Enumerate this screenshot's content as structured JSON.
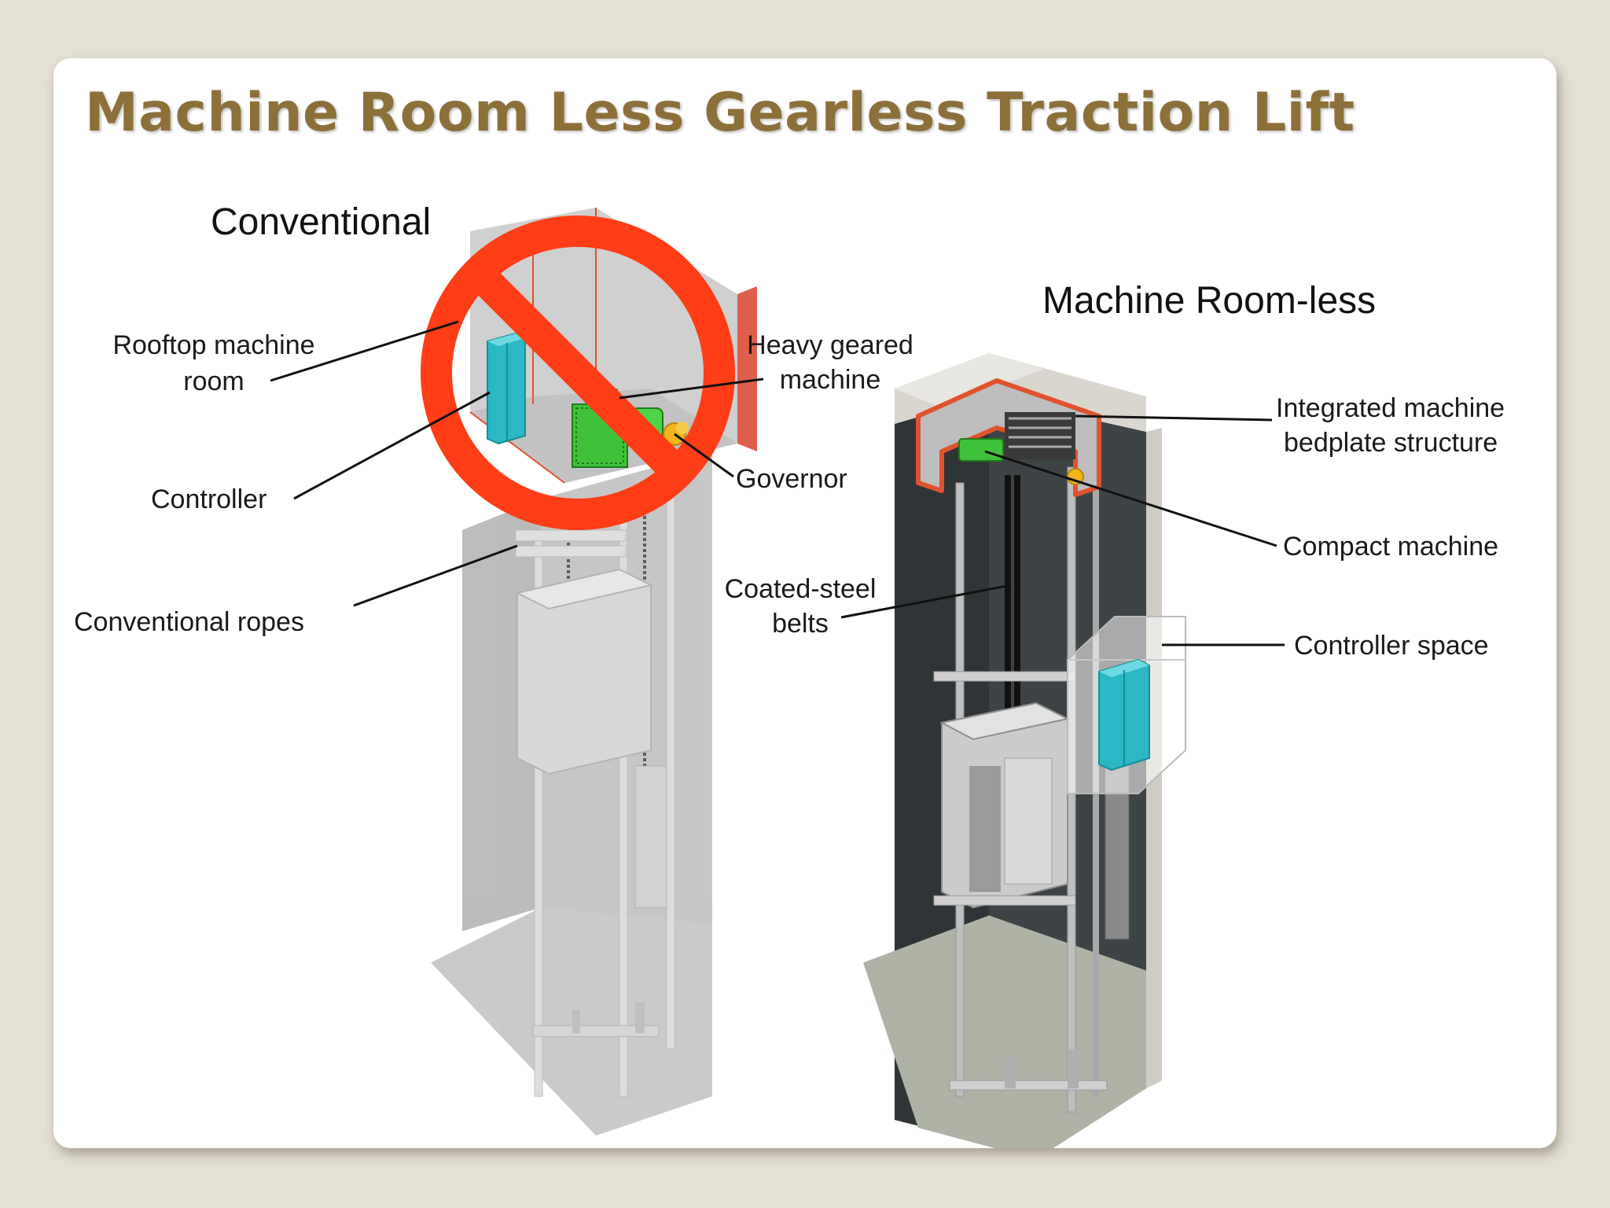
{
  "slide": {
    "title": "Machine Room Less Gearless Traction Lift"
  },
  "conventional": {
    "heading": "Conventional",
    "labels": {
      "rooftop_line1": "Rooftop machine",
      "rooftop_line2": "room",
      "controller": "Controller",
      "ropes": "Conventional ropes",
      "heavy_line1": "Heavy geared",
      "heavy_line2": "machine",
      "governor": "Governor"
    }
  },
  "mrl": {
    "heading": "Machine Room-less",
    "labels": {
      "belts_line1": "Coated-steel",
      "belts_line2": "belts",
      "bedplate_line1": "Integrated machine",
      "bedplate_line2": "bedplate structure",
      "compact": "Compact machine",
      "controller_space": "Controller space"
    }
  },
  "colors": {
    "title": "#8d6f3a",
    "prohibition": "#ff3d17",
    "controller": "#2bb7c4",
    "machine": "#3fc23a",
    "governor": "#f3b51b",
    "frame": "#e0522e"
  }
}
